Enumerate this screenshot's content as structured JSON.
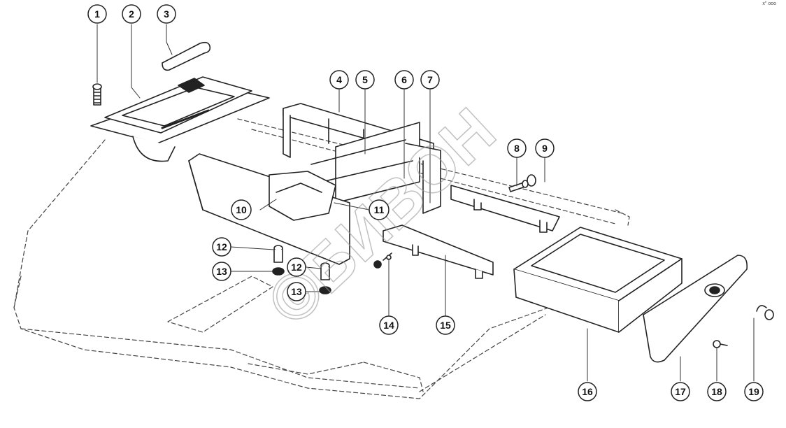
{
  "corner_mark": "x\" ooo",
  "watermark": "©БИВОН",
  "callouts": [
    "1",
    "2",
    "3",
    "4",
    "5",
    "6",
    "7",
    "8",
    "9",
    "10",
    "11",
    "12",
    "13",
    "12",
    "13",
    "14",
    "15",
    "16",
    "17",
    "18",
    "19"
  ]
}
